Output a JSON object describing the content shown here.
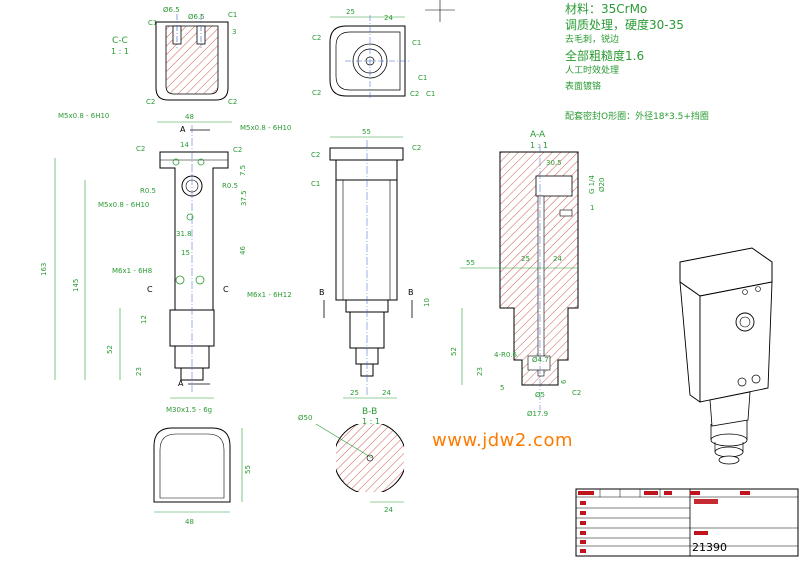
{
  "notes": {
    "material": "材料：35CrMo",
    "treatment": "调质处理，硬度30-35",
    "deburr": "去毛刺，锐边",
    "roughness": "全部粗糙度1.6",
    "aging": "人工时效处理",
    "plating": "表面镀铬",
    "oring": "配套密封O形圈：外径18*3.5+挡圈"
  },
  "watermark": "www.jdw2.com",
  "drawing_number": "21390",
  "section_cc": {
    "title": "C-C",
    "scale": "1 : 1"
  },
  "section_aa": {
    "title": "A-A",
    "scale": "1 : 1"
  },
  "section_bb": {
    "title": "B-B",
    "scale": "1 : 1"
  },
  "dims": {
    "cc_d1": "Ø6.5",
    "cc_d2": "Ø6.5",
    "cc_c1": "C1",
    "cc_c1b": "C1",
    "cc_c2a": "C2",
    "cc_c2b": "C2",
    "cc_3": "3",
    "top_25": "25",
    "top_24": "24",
    "top_c2a": "C2",
    "top_c1a": "C1",
    "top_c2b": "C2",
    "top_c1b": "C1",
    "top_c2c": "C2",
    "top_c1c": "C1",
    "front_48": "48",
    "front_m5a": "M5x0.8 - 6H10",
    "front_m5b": "M5x0.8 - 6H10",
    "front_m5c": "M5x0.8 - 6H10",
    "front_c2": "C2",
    "front_c2b": "C2",
    "front_14": "14",
    "front_r05a": "R0.5",
    "front_r05b": "R0.5",
    "front_75": "7.5",
    "front_375": "37.5",
    "front_318": "31.8",
    "front_46": "46",
    "front_15": "15",
    "front_m6a": "M6x1 - 6H8",
    "front_m6b": "M6x1 - 6H12",
    "front_163": "163",
    "front_145": "145",
    "front_52": "52",
    "front_23": "23",
    "front_12": "12",
    "front_m30": "M30x1.5 - 6g",
    "front_a": "A",
    "front_a2": "A",
    "front_c": "C",
    "front_c2l": "C",
    "side_55": "55",
    "side_c2a": "C2",
    "side_c2b": "C2",
    "side_c1": "C1",
    "side_b": "B",
    "side_b2": "B",
    "side_25": "25",
    "side_24": "24",
    "side_10": "10",
    "aa_305": "30.5",
    "aa_g14": "G 1/4",
    "aa_d20": "Ø20",
    "aa_1": "1",
    "aa_55": "55",
    "aa_25": "25",
    "aa_24": "24",
    "aa_52": "52",
    "aa_23": "23",
    "aa_5": "5",
    "aa_4r": "4-R0.6",
    "aa_d47": "Ø4.7",
    "aa_d5": "Ø5",
    "aa_d179": "Ø17.9",
    "aa_c2": "C2",
    "aa_6": "6",
    "bot_48": "48",
    "bot_55": "55",
    "bb_d50": "Ø50",
    "bb_24": "24"
  },
  "colors": {
    "line": "#000000",
    "dimension": "#2a9b33",
    "hatch": "#c0392b",
    "centerline": "#3060d0",
    "title_block": "#c0141c",
    "watermark": "#ff7a00"
  },
  "title_block": {
    "row_labels": [
      "",
      "",
      "",
      "",
      "",
      "",
      "",
      ""
    ]
  }
}
